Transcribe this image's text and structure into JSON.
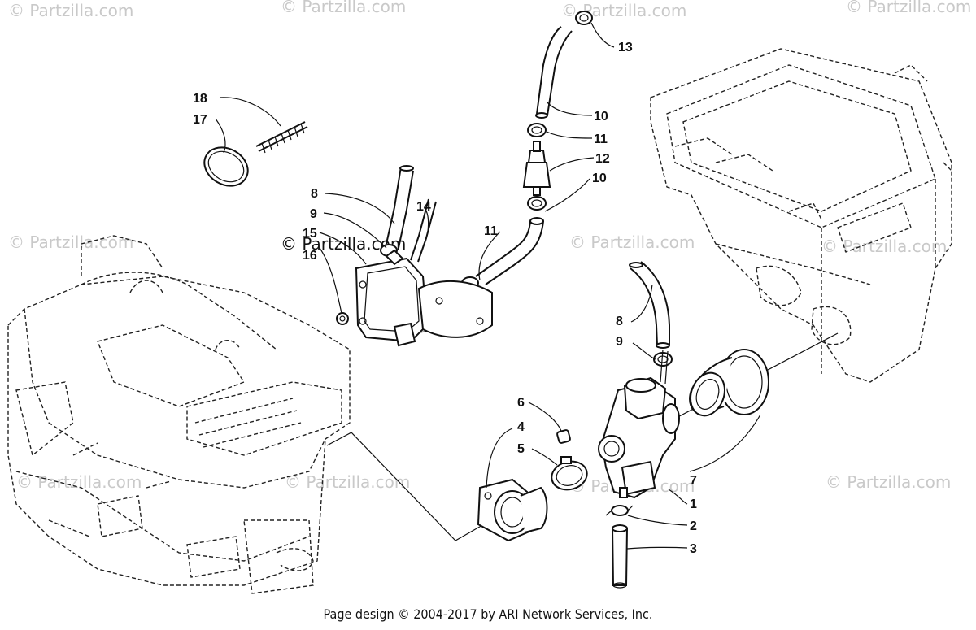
{
  "watermark": "© Partzilla.com",
  "watermark_overlay": "© Partzilla.com",
  "footer": "Page design © 2004-2017 by ARI Network Services, Inc.",
  "callouts": {
    "c1": "1",
    "c2": "2",
    "c3": "3",
    "c4": "4",
    "c5": "5",
    "c6": "6",
    "c7": "7",
    "c8a": "8",
    "c8b": "8",
    "c9a": "9",
    "c9b": "9",
    "c10a": "10",
    "c10b": "10",
    "c11a": "11",
    "c11b": "11",
    "c12": "12",
    "c13": "13",
    "c14": "14",
    "c15": "15",
    "c16": "16",
    "c17": "17",
    "c18": "18"
  }
}
